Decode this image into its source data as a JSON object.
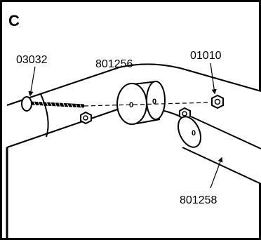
{
  "panel": {
    "letter": "C"
  },
  "parts": {
    "bolt": "03032",
    "connector": "801256",
    "nut": "01010",
    "tube": "801258"
  },
  "marks": {
    "hole": "0"
  }
}
